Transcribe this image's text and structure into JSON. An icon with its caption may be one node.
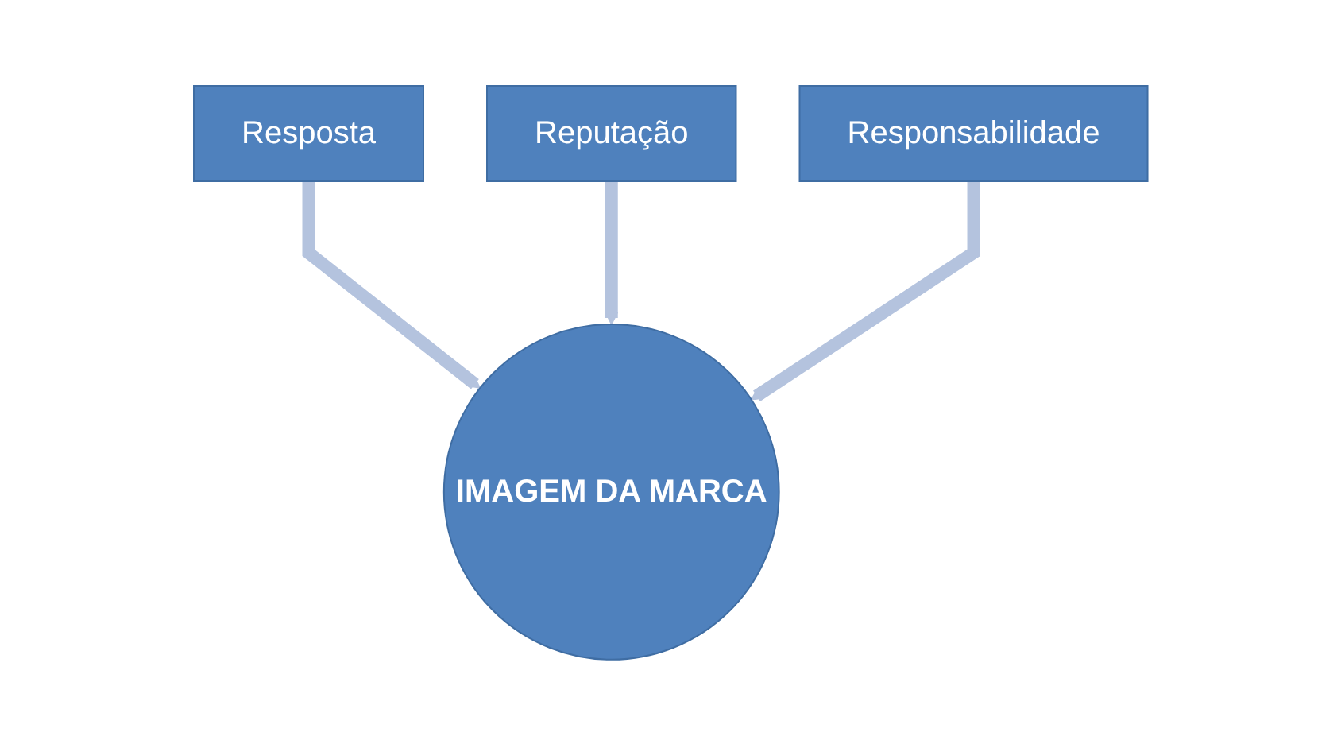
{
  "diagram": {
    "nodes": [
      {
        "text": [
          "Resposta"
        ]
      },
      {
        "text": [
          "Reputação"
        ]
      },
      {
        "text": [
          "Responsabilidade"
        ]
      },
      {
        "text": [
          "IMAGEM DA MARCA"
        ]
      }
    ],
    "edges": [
      {
        "from": 0,
        "to": 3,
        "arrow": "to"
      },
      {
        "from": 1,
        "to": 3,
        "arrow": "to"
      },
      {
        "from": 2,
        "to": 3,
        "arrow": "to"
      }
    ]
  }
}
